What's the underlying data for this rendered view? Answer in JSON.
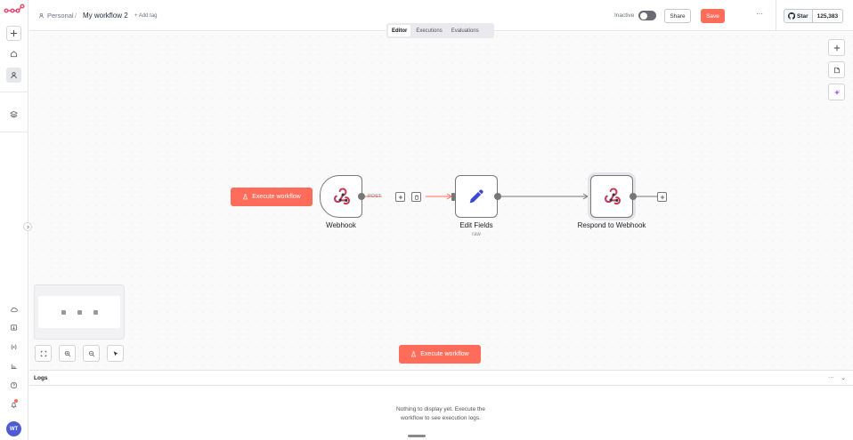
{
  "header": {
    "project": "Personal",
    "separator": "/",
    "workflow_name": "My workflow 2",
    "add_tag": "+ Add tag",
    "status": "Inactive",
    "share_label": "Share",
    "save_label": "Save",
    "more_label": "···"
  },
  "github": {
    "star_label": "Star",
    "count": "125,383"
  },
  "tabs": [
    {
      "label": "Editor",
      "active": true
    },
    {
      "label": "Executions",
      "active": false
    },
    {
      "label": "Evaluations",
      "active": false
    }
  ],
  "canvas": {
    "execute_label": "Execute workflow",
    "nodes": [
      {
        "label": "Webhook",
        "icon": "webhook-icon"
      },
      {
        "label": "Edit Fields",
        "subtitle": "raw",
        "icon": "pencil-icon"
      },
      {
        "label": "Respond to Webhook",
        "icon": "webhook-icon"
      }
    ],
    "connection_label": "POST"
  },
  "logs": {
    "title": "Logs",
    "more_label": "···",
    "empty_line1": "Nothing to display yet. Execute the",
    "empty_line2": "workflow to see execution logs."
  },
  "user": {
    "initials": "WT"
  },
  "colors": {
    "accent": "#ff6d5a",
    "avatar": "#4f5bd5",
    "node_border": "#777777"
  }
}
